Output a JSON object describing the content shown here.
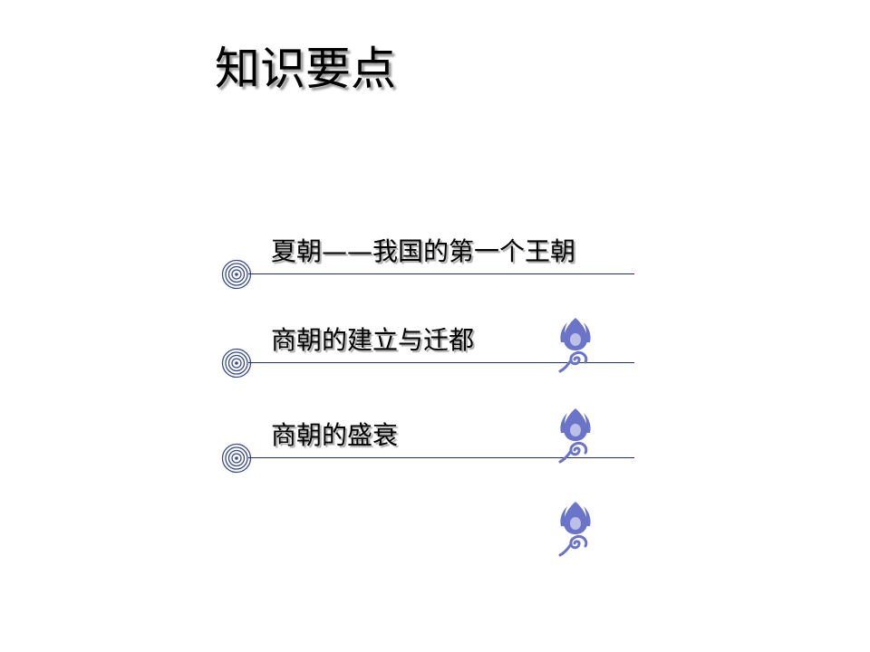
{
  "slide": {
    "title": "知识要点",
    "items": [
      {
        "label": "夏朝——我国的第一个王朝"
      },
      {
        "label": "商朝的建立与迁都"
      },
      {
        "label": "商朝的盛衰"
      }
    ]
  },
  "icons": {
    "bullet": "concentric-circles-icon",
    "ornament": "flower-ornament-icon"
  },
  "colors": {
    "line": "#1f2f6e",
    "bullet": "#3a4a8a",
    "ornament": "#6a74c8"
  }
}
